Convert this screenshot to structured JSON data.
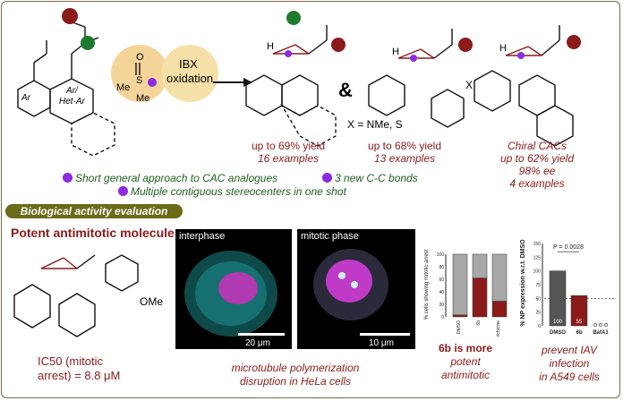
{
  "reaction": {
    "reagent_left": "Me",
    "reagent_s": "S",
    "reagent_o": "O",
    "reagent_right": "Me",
    "oxidant_line1": "IBX",
    "oxidant_line2": "oxidation",
    "ring_ar": "Ar",
    "ring_hetar_1": "Ar/",
    "ring_hetar_2": "Het-Ar",
    "ampersand": "&",
    "x_def": "X = NMe, S",
    "x_label": "X",
    "h": "H"
  },
  "products": [
    {
      "line1": "up to 69% yield",
      "line2": "16 examples"
    },
    {
      "line1": "up to 68% yield",
      "line2": "13 examples"
    },
    {
      "line1": "Chiral CACs",
      "line2": "up to 62% yield",
      "line3": "98% ee",
      "line4": "4 examples"
    }
  ],
  "bullets": [
    "Short general approach to CAC analogues",
    "3 new C-C bonds",
    "Multiple contiguous stereocenters in one shot"
  ],
  "bio": {
    "banner": "Biological activity evaluation",
    "potent_title": "Potent antimitotic molecule",
    "ome": "OMe",
    "ic50_line1": "IC50 (mitotic",
    "ic50_line2": "arrest) = 8.8 μM",
    "interphase": "interphase",
    "mitotic": "mitotic phase",
    "scale1": "20 μm",
    "scale2": "10 μm",
    "micro_cap1": "microtubule polymerization",
    "micro_cap2": "disruption in HeLa cells",
    "cap6b_1": "6b is more",
    "cap6b_2": "potent",
    "cap6b_3": "antimitotic",
    "iav1": "prevent IAV",
    "iav2": "infection",
    "iav3": "in A549 cells"
  },
  "chart_data": [
    {
      "type": "bar",
      "stacked": true,
      "ylabel": "% cells showing mitotic arrest",
      "categories": [
        "DMSO",
        "6b",
        "Colchicine"
      ],
      "series": [
        {
          "values": [
            3,
            62,
            25
          ],
          "color": "#8b1a1a"
        },
        {
          "values": [
            97,
            38,
            75
          ],
          "color": "#a8a8a8"
        }
      ],
      "ylim": [
        0,
        100
      ],
      "yticks": [
        "0",
        "20",
        "40",
        "60",
        "80",
        "100"
      ]
    },
    {
      "type": "bar",
      "ylabel": "% NP expression w.r.t. DMSO",
      "categories": [
        "DMSO",
        "6b",
        "BafA1"
      ],
      "values": [
        100,
        55,
        0
      ],
      "value_labels": [
        "100",
        "55",
        ""
      ],
      "colors": [
        "#555555",
        "#8b1a1a",
        "#ffffff"
      ],
      "ylim": [
        0,
        150
      ],
      "yticks": [
        "0",
        "25",
        "50",
        "75",
        "100",
        "125",
        "150"
      ],
      "pvalue": "P = 0.0028",
      "reference_line": 50
    }
  ]
}
